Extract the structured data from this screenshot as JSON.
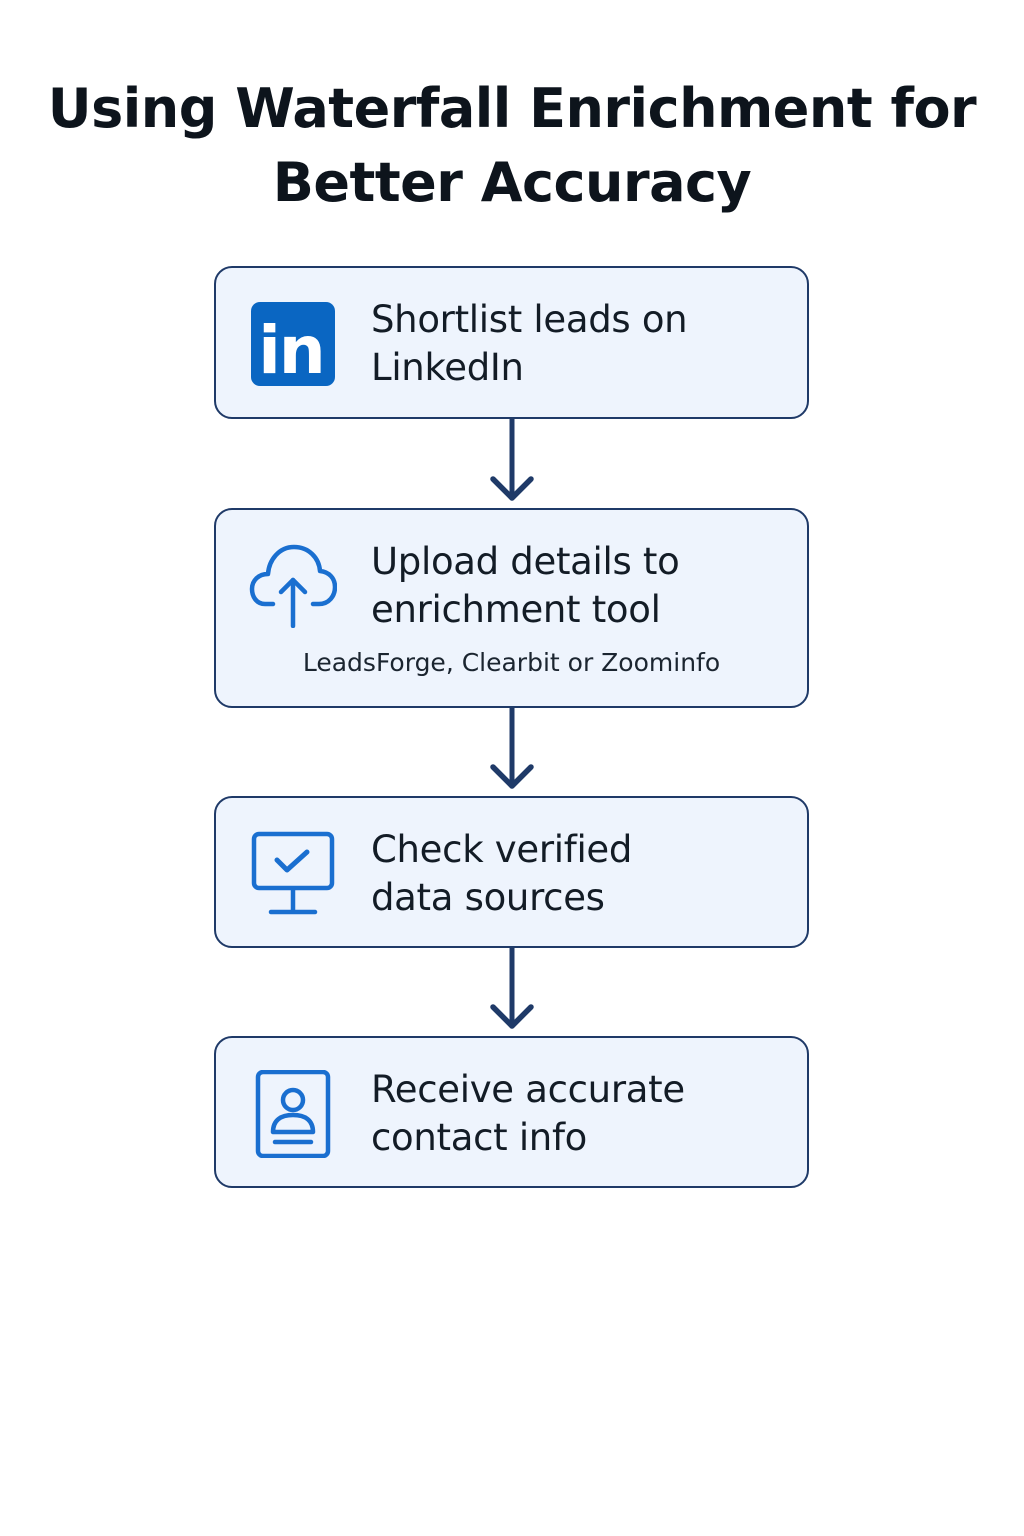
{
  "title": {
    "line1": "Using Waterfall Enrichment for",
    "line2": "Better Accuracy"
  },
  "colors": {
    "box_fill": "#eef4fd",
    "box_border": "#1f3a68",
    "arrow": "#1f3a68",
    "icon_blue": "#1a6fd0",
    "linkedin_blue": "#0a66c2"
  },
  "steps": [
    {
      "icon": "linkedin-icon",
      "line1": "Shortlist leads on",
      "line2": "LinkedIn",
      "icon_text": "in"
    },
    {
      "icon": "cloud-upload-icon",
      "line1": "Upload details to",
      "line2": "enrichment tool",
      "sub": "LeadsForge, Clearbit or Zoominfo"
    },
    {
      "icon": "monitor-check-icon",
      "line1": "Check verified",
      "line2": "data sources"
    },
    {
      "icon": "contact-card-icon",
      "line1": "Receive accurate",
      "line2": "contact info"
    }
  ]
}
